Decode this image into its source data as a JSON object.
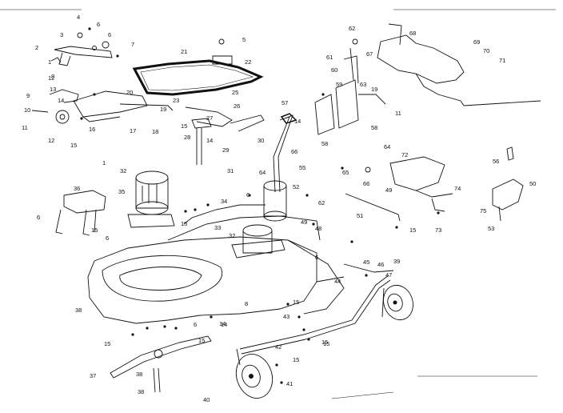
{
  "diagram": {
    "colors": {
      "ink": "#111111",
      "paper": "#ffffff"
    },
    "callouts": [
      "4",
      "6",
      "6",
      "7",
      "3",
      "2",
      "1",
      "21",
      "22",
      "5",
      "8",
      "9",
      "10",
      "11",
      "12",
      "13",
      "14",
      "15",
      "16",
      "17",
      "18",
      "19",
      "20",
      "23",
      "25",
      "26",
      "27",
      "28",
      "29",
      "14",
      "15",
      "30",
      "57",
      "14",
      "66",
      "55",
      "64",
      "31",
      "32",
      "52",
      "62",
      "49",
      "34",
      "33",
      "36",
      "35",
      "6",
      "15",
      "15",
      "6",
      "32",
      "48",
      "6",
      "38",
      "8",
      "43",
      "15",
      "45",
      "46",
      "47",
      "39",
      "15",
      "42",
      "37",
      "38",
      "38",
      "40",
      "41",
      "44",
      "15",
      "14",
      "15",
      "15",
      "6",
      "61",
      "60",
      "62",
      "67",
      "68",
      "59",
      "63",
      "70",
      "71",
      "69",
      "19",
      "11",
      "58",
      "58",
      "64",
      "72",
      "65",
      "66",
      "49",
      "74",
      "51",
      "15",
      "73",
      "56",
      "50",
      "75",
      "53",
      "12",
      "1",
      "6",
      "14",
      "15"
    ]
  }
}
